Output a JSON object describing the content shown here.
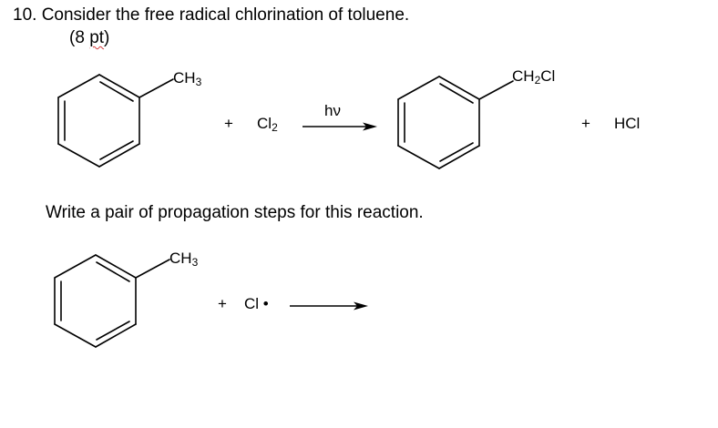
{
  "question": {
    "number": "10.",
    "text": "Consider the free radical chlorination of toluene.",
    "points_open": "(8 ",
    "points_unit": "pt",
    "points_close": ")"
  },
  "reaction": {
    "reactant_substituent": "CH",
    "reactant_subscript": "3",
    "plus_1": "+",
    "reagent": "Cl",
    "reagent_subscript": "2",
    "condition": "hν",
    "product_substituent_a": "CH",
    "product_subscript": "2",
    "product_substituent_b": "Cl",
    "plus_2": "+",
    "byproduct": "HCl"
  },
  "instruction": "Write a pair of propagation steps for this reaction.",
  "propagation": {
    "substituent": "CH",
    "subscript": "3",
    "plus": "+",
    "radical": "Cl",
    "radical_dot": "•"
  }
}
